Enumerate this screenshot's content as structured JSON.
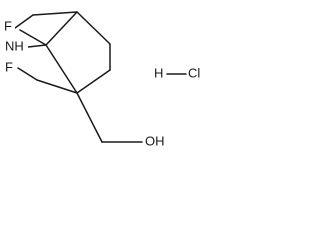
{
  "molecule": {
    "atoms": {
      "fluorine_top": "F",
      "amine": "NH",
      "fluorine_bottom": "F",
      "hydroxyl": "OH"
    },
    "salt": {
      "hydrogen": "H",
      "chlorine": "Cl"
    }
  },
  "colors": {
    "bond": "#1a1a1a",
    "label": "#1a1a1a",
    "background": "#ffffff"
  }
}
